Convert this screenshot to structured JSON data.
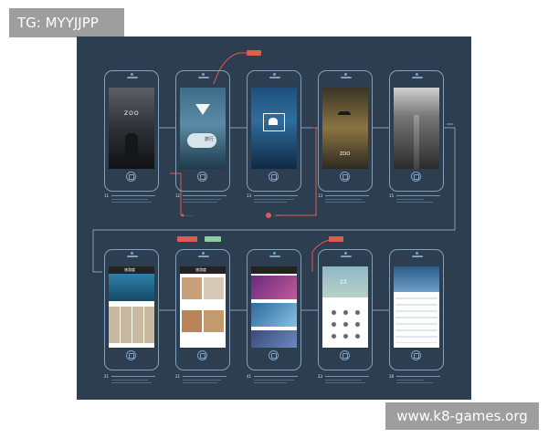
{
  "corner_tag": "TG: MYYJJPP",
  "watermark": "www.k8-games.org",
  "colors": {
    "board": "#2c3e50",
    "outline": "#7fa0bf",
    "accent_red": "#e05a4f",
    "accent_green": "#8fcf9a"
  },
  "row1": [
    {
      "num": "11",
      "overlay": "ZOO"
    },
    {
      "num": "12",
      "overlay": "旅行"
    },
    {
      "num": "13",
      "overlay": ""
    },
    {
      "num": "13",
      "overlay": "ZOO"
    },
    {
      "num": "15",
      "overlay": ""
    }
  ],
  "row2": [
    {
      "num": "21",
      "overlay": "旅游度"
    },
    {
      "num": "21",
      "overlay": "旅游度"
    },
    {
      "num": "41",
      "overlay": ""
    },
    {
      "num": "23",
      "overlay": "23"
    },
    {
      "num": "28",
      "overlay": ""
    }
  ]
}
